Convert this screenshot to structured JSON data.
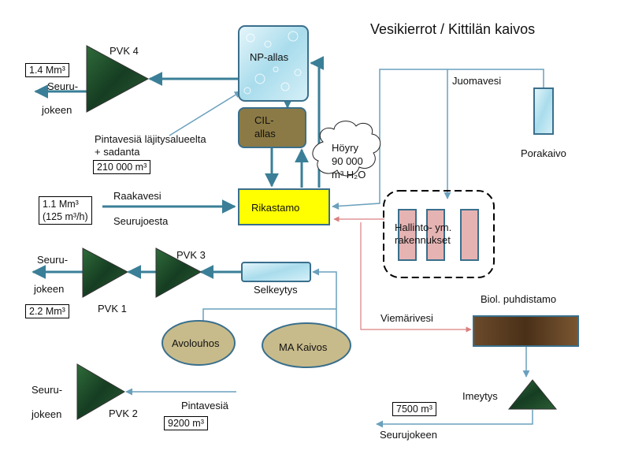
{
  "title": "Vesikierrot / Kittilän kaivos",
  "nodes": {
    "np_allas": "NP-allas",
    "cil_allas_1": "CIL-",
    "cil_allas_2": "allas",
    "rikastamo": "Rikastamo",
    "pvk4": "PVK 4",
    "pvk3": "PVK 3",
    "pvk1": "PVK 1",
    "pvk2": "PVK 2",
    "selkeytys": "Selkeytys",
    "avolouhos": "Avolouhos",
    "ma_kaivos": "MA Kaivos",
    "porakaivo": "Porakaivo",
    "hallinto_1": "Hallinto- ym.",
    "hallinto_2": "rakennukset",
    "biol_puhdistamo": "Biol. puhdistamo",
    "imeytys": "Imeytys"
  },
  "labels": {
    "hoyry_1": "Höyry",
    "hoyry_2": "90 000",
    "hoyry_3": "m³ H₂O",
    "juomavesi": "Juomavesi",
    "viemarivesi": "Viemärivesi",
    "raakavesi": "Raakavesi",
    "seurujoesta": "Seurujoesta",
    "pintavesia_1": "Pintavesiä läjitysalueelta",
    "pintavesia_2": "+ sadanta",
    "pintavesia_pvk2": "Pintavesiä",
    "seuru_pvk4_1": "Seuru-",
    "seuru_pvk4_2": "jokeen",
    "seuru_pvk1_1": "Seuru-",
    "seuru_pvk1_2": "jokeen",
    "seuru_pvk2_1": "Seuru-",
    "seuru_pvk2_2": "jokeen",
    "seurujokeen": "Seurujokeen"
  },
  "values": {
    "pvk4_volume": "1.4 Mm³",
    "pintavesia_volume": "210 000 m³",
    "raakavesi_volume_1": "1.1 Mm³",
    "raakavesi_volume_2": "(125 m³/h)",
    "pvk1_volume": "2.2 Mm³",
    "pvk2_volume": "9200 m³",
    "imeytys_volume": "7500 m³"
  },
  "colors": {
    "flow": "#3a7f97",
    "flow_light": "#7fb0c8",
    "sewer": "#d98080",
    "rikastamo": "#ffff00",
    "cil": "#8b7a45",
    "rock": "#c8bb8b",
    "building": "#e6b3b3",
    "pond": "#1f4a2a",
    "water_tank": "#bfe6f2"
  }
}
